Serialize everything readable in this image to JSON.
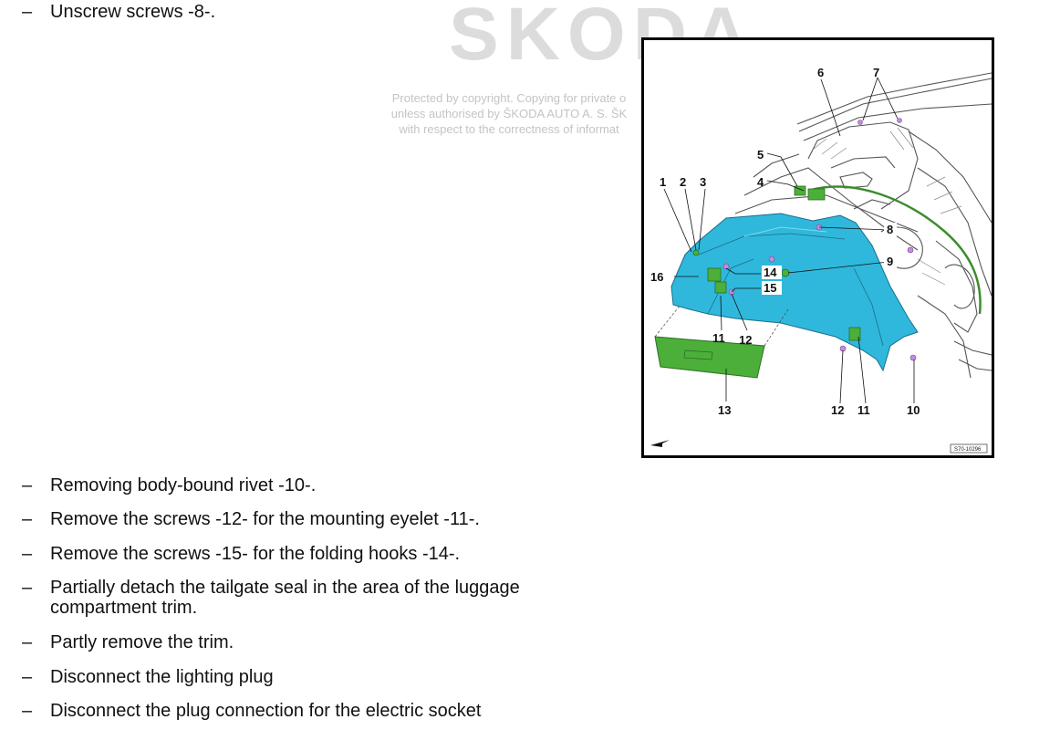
{
  "watermark": {
    "logo_text": "SKODA",
    "notice_lines": [
      "Protected by copyright. Copying for private o",
      "unless authorised by ŠKODA AUTO A. S. ŠK",
      "with respect to the correctness of informat"
    ]
  },
  "steps_top": [
    {
      "dash": "–",
      "text": "Unscrew screws -8-."
    }
  ],
  "steps_bottom": [
    {
      "dash": "–",
      "text": "Removing body-bound rivet -10-."
    },
    {
      "dash": "–",
      "text": "Remove the screws -12- for the mounting eyelet -11-."
    },
    {
      "dash": "–",
      "text": "Remove the screws -15- for the folding hooks -14-."
    },
    {
      "dash": "–",
      "text": "Partially detach the tailgate seal in the area of the luggage compartment trim."
    },
    {
      "dash": "–",
      "text": "Partly remove the trim."
    },
    {
      "dash": "–",
      "text": "Disconnect the lighting plug"
    },
    {
      "dash": "–",
      "text": "Disconnect the plug connection for the electric socket"
    }
  ],
  "figure": {
    "code": "S70-10296",
    "callouts": {
      "c1": "1",
      "c2": "2",
      "c3": "3",
      "c4": "4",
      "c5": "5",
      "c6": "6",
      "c7": "7",
      "c8": "8",
      "c9": "9",
      "c10": "10",
      "c11a": "11",
      "c12a": "12",
      "c13": "13",
      "c14": "14",
      "c15": "15",
      "c16": "16",
      "c12b": "12",
      "c11b": "11"
    },
    "colors": {
      "trim": "#2fb8dc",
      "part": "#4caf3a",
      "screw": "#c58be0",
      "frame": "#000000"
    }
  }
}
